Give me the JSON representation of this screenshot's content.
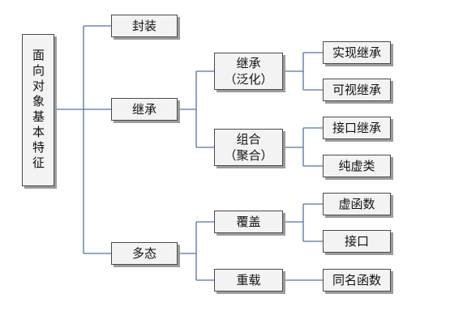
{
  "diagram": {
    "root": "面向对象基本特征",
    "branches": {
      "encapsulation": "封装",
      "inheritance": "继承",
      "polymorphism": "多态"
    },
    "inheritance_children": {
      "generalization": "继承\n（泛化）",
      "composition": "组合\n（聚合）"
    },
    "generalization_children": {
      "implementation": "实现继承",
      "visual": "可视继承"
    },
    "composition_children": {
      "interface_inheritance": "接口继承",
      "pure_virtual": "纯虚类"
    },
    "polymorphism_children": {
      "override": "覆盖",
      "overload": "重载"
    },
    "override_children": {
      "virtual_function": "虚函数",
      "interface": "接口"
    },
    "overload_children": {
      "same_name_function": "同名函数"
    },
    "connector_color": "#4f74a8",
    "box_fill": "#f3f3f3",
    "box_shadow": "#9c9c9c"
  }
}
